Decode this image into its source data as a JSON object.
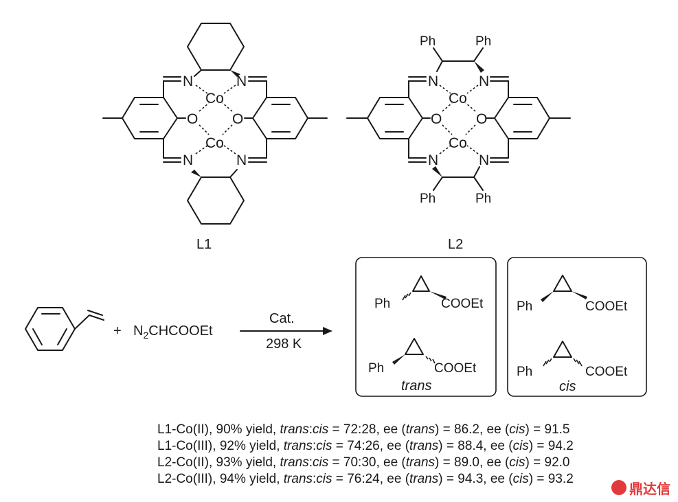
{
  "ligands": {
    "L1": {
      "label": "L1"
    },
    "L2": {
      "label": "L2"
    }
  },
  "atoms": {
    "N": "N",
    "Co": "Co",
    "O": "O",
    "Ph": "Ph"
  },
  "reaction": {
    "reagent": {
      "prefix": "N",
      "subscript": "2",
      "suffix": "CHCOOEt"
    },
    "plus": "+",
    "catalyst": "Cat.",
    "temperature": "298 K"
  },
  "products": {
    "ester": "COOEt",
    "trans_label": "trans",
    "cis_label": "cis"
  },
  "results": [
    {
      "catalyst": "L1-Co(II)",
      "yield": "90% yield",
      "ratio": "72:28",
      "ee_trans": "86.2",
      "ee_cis": "91.5"
    },
    {
      "catalyst": "L1-Co(III)",
      "yield": "92% yield",
      "ratio": "74:26",
      "ee_trans": "88.4",
      "ee_cis": "94.2"
    },
    {
      "catalyst": "L2-Co(II)",
      "yield": "93% yield",
      "ratio": "70:30",
      "ee_trans": "89.0",
      "ee_cis": "92.0"
    },
    {
      "catalyst": "L2-Co(III)",
      "yield": "94% yield",
      "ratio": "76:24",
      "ee_trans": "94.3",
      "ee_cis": "93.2"
    }
  ],
  "result_terms": {
    "trans": "trans",
    "cis": "cis",
    "ee": "ee"
  },
  "watermark": {
    "text": "鼎达信",
    "logo": "dingdaxin-logo-icon"
  }
}
